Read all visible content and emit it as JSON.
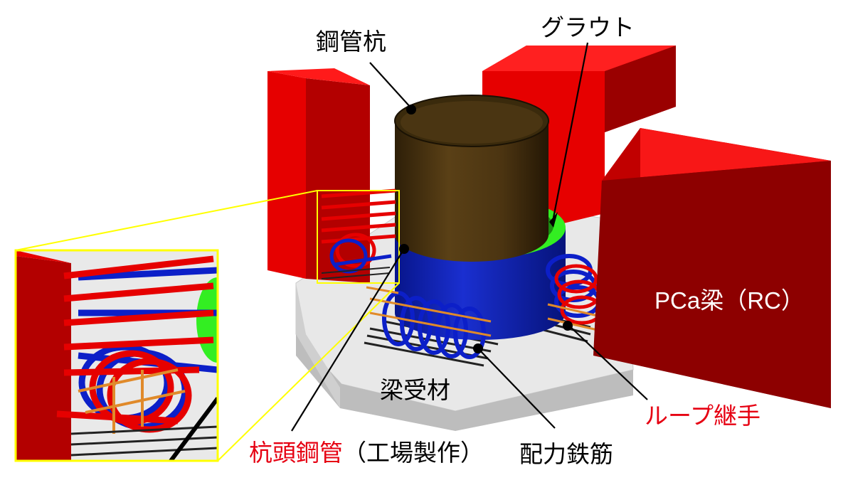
{
  "colors": {
    "beam_red": "#e60000",
    "beam_dark": "#8a0000",
    "steel_brown": "#4b3411",
    "grout_green": "#33ee22",
    "sleeve_blue": "#0a1fb0",
    "bar_orange": "#e08a2a",
    "base_gray": "#e6e6e6",
    "zoom_frame": "#ffff00",
    "label_red": "#e60012"
  },
  "labels": {
    "steel_pile": "鋼管杭",
    "grout": "グラウト",
    "pca_beam": "PCa梁（RC）",
    "beam_receiver": "梁受材",
    "loop_joint": "ループ継手",
    "pile_head_pipe_red": "杭頭鋼管",
    "pile_head_pipe_rest": "（工場製作）",
    "distribution_bars": "配力鉄筋"
  }
}
